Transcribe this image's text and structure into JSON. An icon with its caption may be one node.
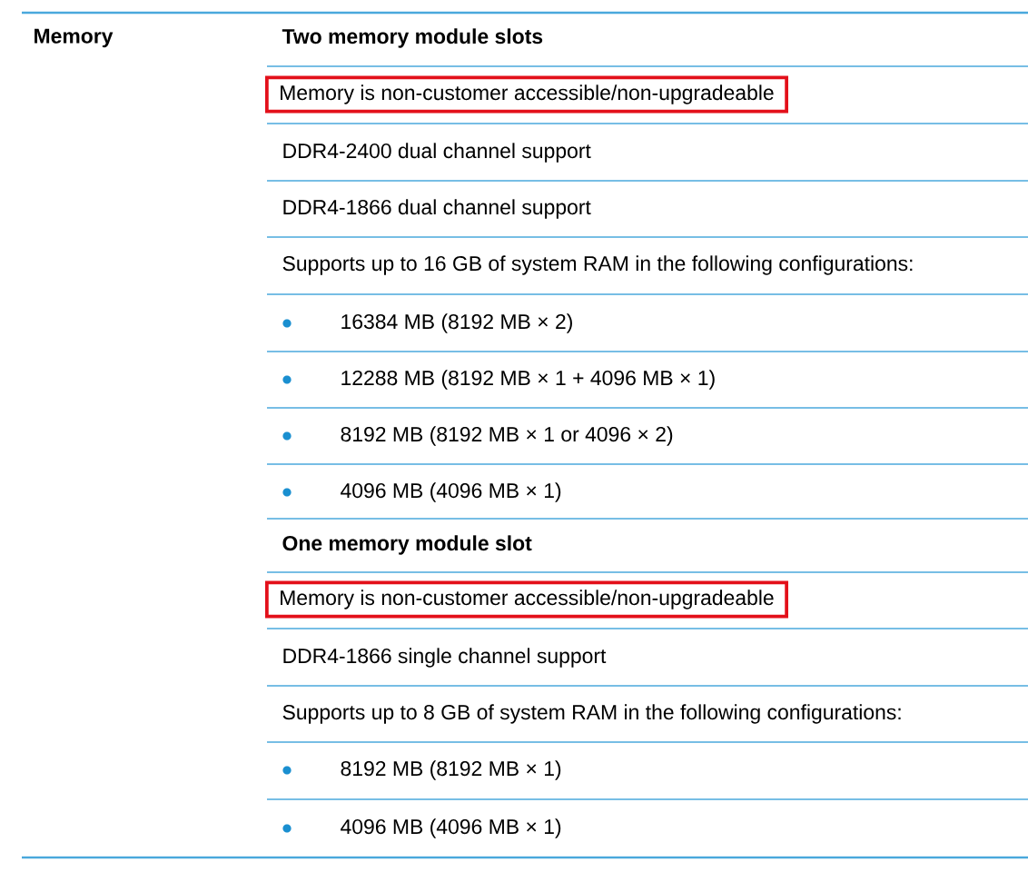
{
  "diagram": {
    "nodes": [
      {
        "text": [
          "Memory is non-customer accessible/non-upgradeable"
        ]
      },
      {
        "text": [
          "Memory is non-customer accessible/non-upgradeable"
        ]
      }
    ],
    "labels": [
      "Memory",
      "Two memory module slots",
      "DDR4-2400 dual channel support",
      "DDR4-1866 dual channel support",
      "Supports up to 16 GB of system RAM in the following configurations:",
      "16384 MB (8192 MB × 2)",
      "12288 MB (8192 MB × 1 + 4096 MB × 1)",
      "8192 MB (8192 MB × 1 or 4096 × 2)",
      "4096 MB (4096 MB × 1)",
      "One memory module slot",
      "DDR4-1866 single channel support",
      "Supports up to 8 GB of system RAM in the following configurations:",
      "8192 MB (8192 MB × 1)",
      "4096 MB (4096 MB × 1)"
    ]
  }
}
